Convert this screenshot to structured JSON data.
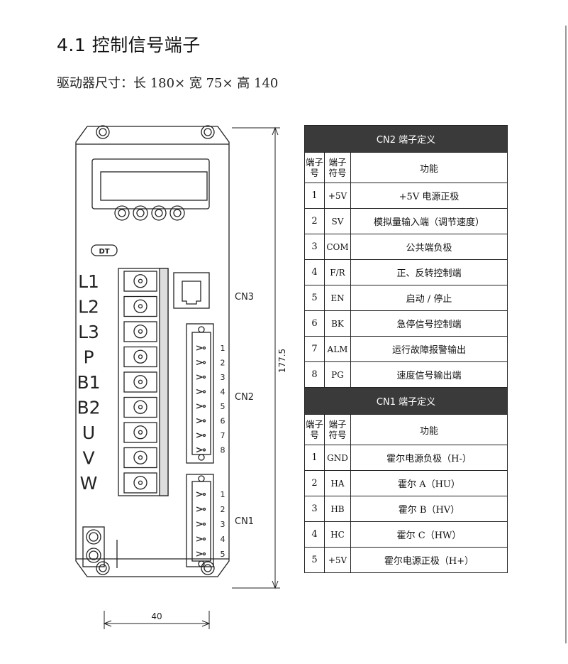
{
  "heading": "4.1 控制信号端子",
  "subtitle": "驱动器尺寸：长 180× 宽 75× 高 140",
  "drawing": {
    "terminals": [
      "L1",
      "L2",
      "L3",
      "P",
      "B1",
      "B2",
      "U",
      "V",
      "W"
    ],
    "connectors": {
      "cn3": "CN3",
      "cn2": "CN2",
      "cn1": "CN1"
    },
    "cn2_pins": [
      "1",
      "2",
      "3",
      "4",
      "5",
      "6",
      "7",
      "8"
    ],
    "cn1_pins": [
      "1",
      "2",
      "3",
      "4",
      "5"
    ],
    "height_dim": "177.5",
    "width_dim": "40",
    "logo": "DT"
  },
  "cn2": {
    "title": "CN2 端子定义",
    "col_no": "端子号",
    "col_sym": "端子符号",
    "col_func": "功能",
    "rows": [
      {
        "no": "1",
        "sym": "+5V",
        "func": "+5V 电源正极"
      },
      {
        "no": "2",
        "sym": "SV",
        "func": "模拟量输入端（调节速度）"
      },
      {
        "no": "3",
        "sym": "COM",
        "func": "公共端负极"
      },
      {
        "no": "4",
        "sym": "F/R",
        "func": "正、反转控制端"
      },
      {
        "no": "5",
        "sym": "EN",
        "func": "启动 / 停止"
      },
      {
        "no": "6",
        "sym": "BK",
        "func": "急停信号控制端"
      },
      {
        "no": "7",
        "sym": "ALM",
        "func": "运行故障报警输出"
      },
      {
        "no": "8",
        "sym": "PG",
        "func": "速度信号输出端"
      }
    ]
  },
  "cn1": {
    "title": "CN1 端子定义",
    "col_no": "端子号",
    "col_sym": "端子符号",
    "col_func": "功能",
    "rows": [
      {
        "no": "1",
        "sym": "GND",
        "func": "霍尔电源负极（H-）"
      },
      {
        "no": "2",
        "sym": "HA",
        "func": "霍尔 A（HU）"
      },
      {
        "no": "3",
        "sym": "HB",
        "func": "霍尔 B（HV）"
      },
      {
        "no": "4",
        "sym": "HC",
        "func": "霍尔 C（HW）"
      },
      {
        "no": "5",
        "sym": "+5V",
        "func": "霍尔电源正极（H+）"
      }
    ]
  }
}
